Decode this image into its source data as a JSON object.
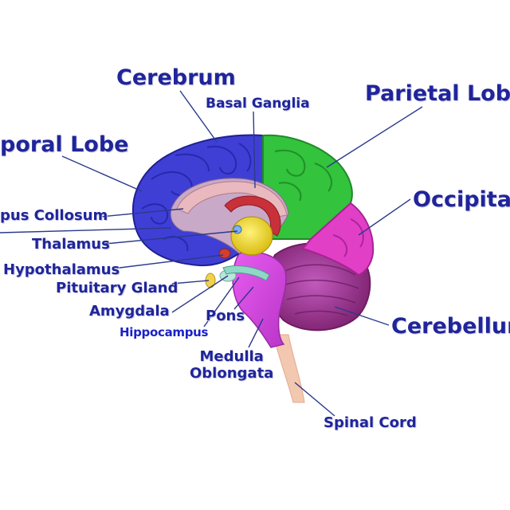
{
  "colors": {
    "cerebrum": "#3f3fd6",
    "frontal_blue_dark": "#2427a8",
    "parietal": "#33c33c",
    "occipital": "#e23fc7",
    "cerebellum": "#9b2e92",
    "brainstem": "#d44ae0",
    "thalamus": "#e8d020",
    "basal_ganglia": "#c8303a",
    "corpus_callosum": "#e9b9bf",
    "spinal_cord": "#f3c8b0",
    "label_text": "#20259a",
    "leader_line": "#2b3a8c"
  },
  "labels": {
    "cerebrum": "Cerebrum",
    "basal_ganglia": "Basal Ganglia",
    "parietal_lobe": "Parietal Lobe",
    "temporal_lobe": "poral Lobe",
    "corpus_collosum": "pus Collosum",
    "occipital": "Occipital",
    "thalamus": "Thalamus",
    "hypothalamus": "Hypothalamus",
    "pituitary_gland": "Pituitary Gland",
    "amygdala": "Amygdala",
    "pons": "Pons",
    "hippocampus": "Hippocampus",
    "cerebellum": "Cerebellum",
    "medulla_line1": "Medulla",
    "medulla_line2": "Oblongata",
    "spinal_cord": "Spinal Cord"
  }
}
